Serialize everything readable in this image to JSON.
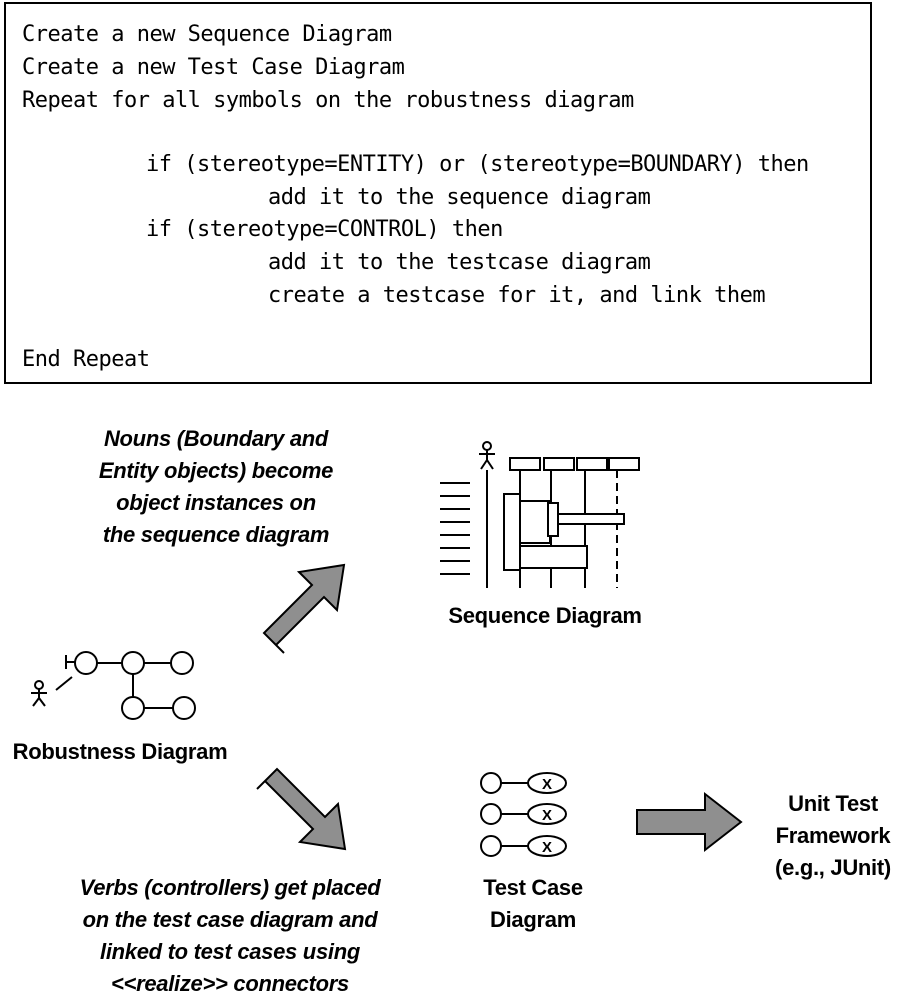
{
  "pseudocode": {
    "lines": [
      "Create a new Sequence Diagram",
      "Create a new Test Case Diagram",
      "Repeat for all symbols on the robustness diagram",
      "if (stereotype=ENTITY) or (stereotype=BOUNDARY) then",
      "add it to the sequence diagram",
      "if (stereotype=CONTROL) then",
      "add it to the testcase diagram",
      "create a testcase for it, and link them",
      "End Repeat"
    ]
  },
  "captions": {
    "nouns": [
      "Nouns (Boundary and",
      "Entity objects) become",
      "object instances on",
      "the sequence diagram"
    ],
    "sequence_diagram": "Sequence Diagram",
    "robustness_diagram": "Robustness Diagram",
    "verbs": [
      "Verbs (controllers) get placed",
      "on the test case diagram and",
      "linked to test cases using",
      "<<realize>> connectors"
    ],
    "test_case_diagram": [
      "Test Case",
      "Diagram"
    ],
    "unit_test_framework": [
      "Unit Test",
      "Framework",
      "(e.g., JUnit)"
    ],
    "testcase_marker": "X"
  },
  "colors": {
    "arrow_fill": "#8f8f8f",
    "stroke": "#000000"
  },
  "icons": [
    "actor-icon",
    "boundary-icon",
    "control-icon",
    "entity-icon",
    "arrow-icon"
  ]
}
